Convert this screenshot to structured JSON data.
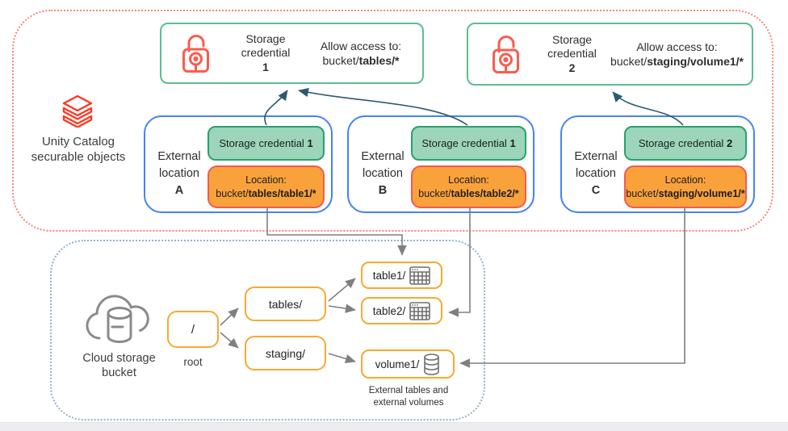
{
  "unity_catalog": {
    "label_line1": "Unity Catalog",
    "label_line2": "securable objects"
  },
  "credentials": [
    {
      "title": "Storage credential",
      "number": "1",
      "allow_label": "Allow access to:",
      "path_prefix": "bucket/",
      "path_bold": "tables/*"
    },
    {
      "title": "Storage credential",
      "number": "2",
      "allow_label": "Allow access to:",
      "path_prefix": "bucket/",
      "path_bold": "staging/volume1/*"
    }
  ],
  "locations": [
    {
      "label": "External location",
      "letter": "A",
      "credential": "Storage credential",
      "credential_number": "1",
      "location_label": "Location:",
      "path_prefix": "bucket/",
      "path_bold": "tables/table1/*"
    },
    {
      "label": "External location",
      "letter": "B",
      "credential": "Storage credential",
      "credential_number": "1",
      "location_label": "Location:",
      "path_prefix": "bucket/",
      "path_bold": "tables/table2/*"
    },
    {
      "label": "External location",
      "letter": "C",
      "credential": "Storage credential",
      "credential_number": "2",
      "location_label": "Location:",
      "path_prefix": "bucket/",
      "path_bold": "staging/volume1/*"
    }
  ],
  "bucket": {
    "label_line1": "Cloud storage",
    "label_line2": "bucket",
    "root_text": "/",
    "root_caption": "root",
    "folders": [
      {
        "label": "tables/"
      },
      {
        "label": "staging/"
      }
    ],
    "leaves": [
      {
        "label": "table1/",
        "icon": "table-icon"
      },
      {
        "label": "table2/",
        "icon": "table-icon"
      },
      {
        "label": "volume1/",
        "icon": "volume-icon"
      }
    ],
    "caption_line1": "External tables and",
    "caption_line2": "external volumes"
  },
  "colors": {
    "databricks_red": "#ff3621",
    "lock_red": "#fa5c4f",
    "credential_border_green": "#5dbd92",
    "pill_green_fill": "#9dd5ba",
    "pill_green_border": "#27a26e",
    "pill_orange_fill": "#f9a23c",
    "pill_orange_border": "#f15c50",
    "location_border_blue": "#4583f2",
    "bucket_box_orange": "#f8a930",
    "uc_region_dotted_red": "#f4887b",
    "bucket_region_dotted_blue": "#94b1c6",
    "arrow_teal": "#2d5a70",
    "arrow_gray": "#7f7f7f"
  }
}
